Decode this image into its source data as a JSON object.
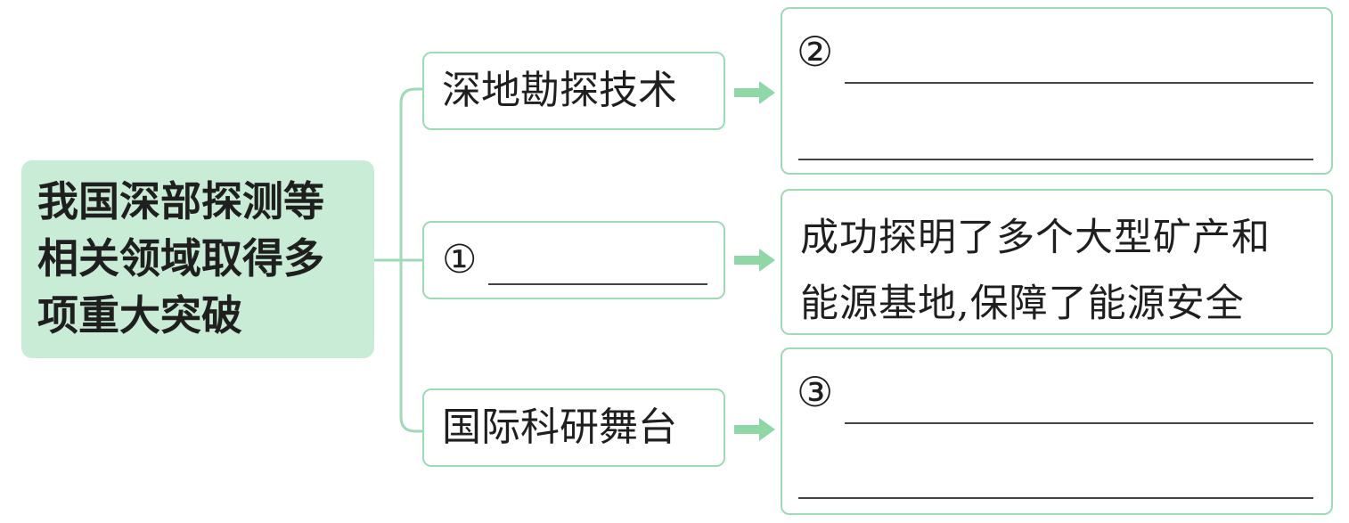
{
  "root": {
    "lines": [
      "我国深部探测等",
      "相关领域取得多",
      "项重大突破"
    ]
  },
  "branches": [
    {
      "label": "深地勘探技术"
    },
    {
      "number": "①"
    },
    {
      "label": "国际科研舞台"
    }
  ],
  "results": [
    {
      "number": "②"
    },
    {
      "lines": [
        "成功探明了多个大型矿产和",
        "能源基地,保障了能源安全"
      ]
    },
    {
      "number": "③"
    }
  ],
  "colors": {
    "root_fill": "#c9ecd6",
    "box_border": "#9ddbb4",
    "connector": "#9ddbb4",
    "arrow": "#8fd8a6"
  }
}
